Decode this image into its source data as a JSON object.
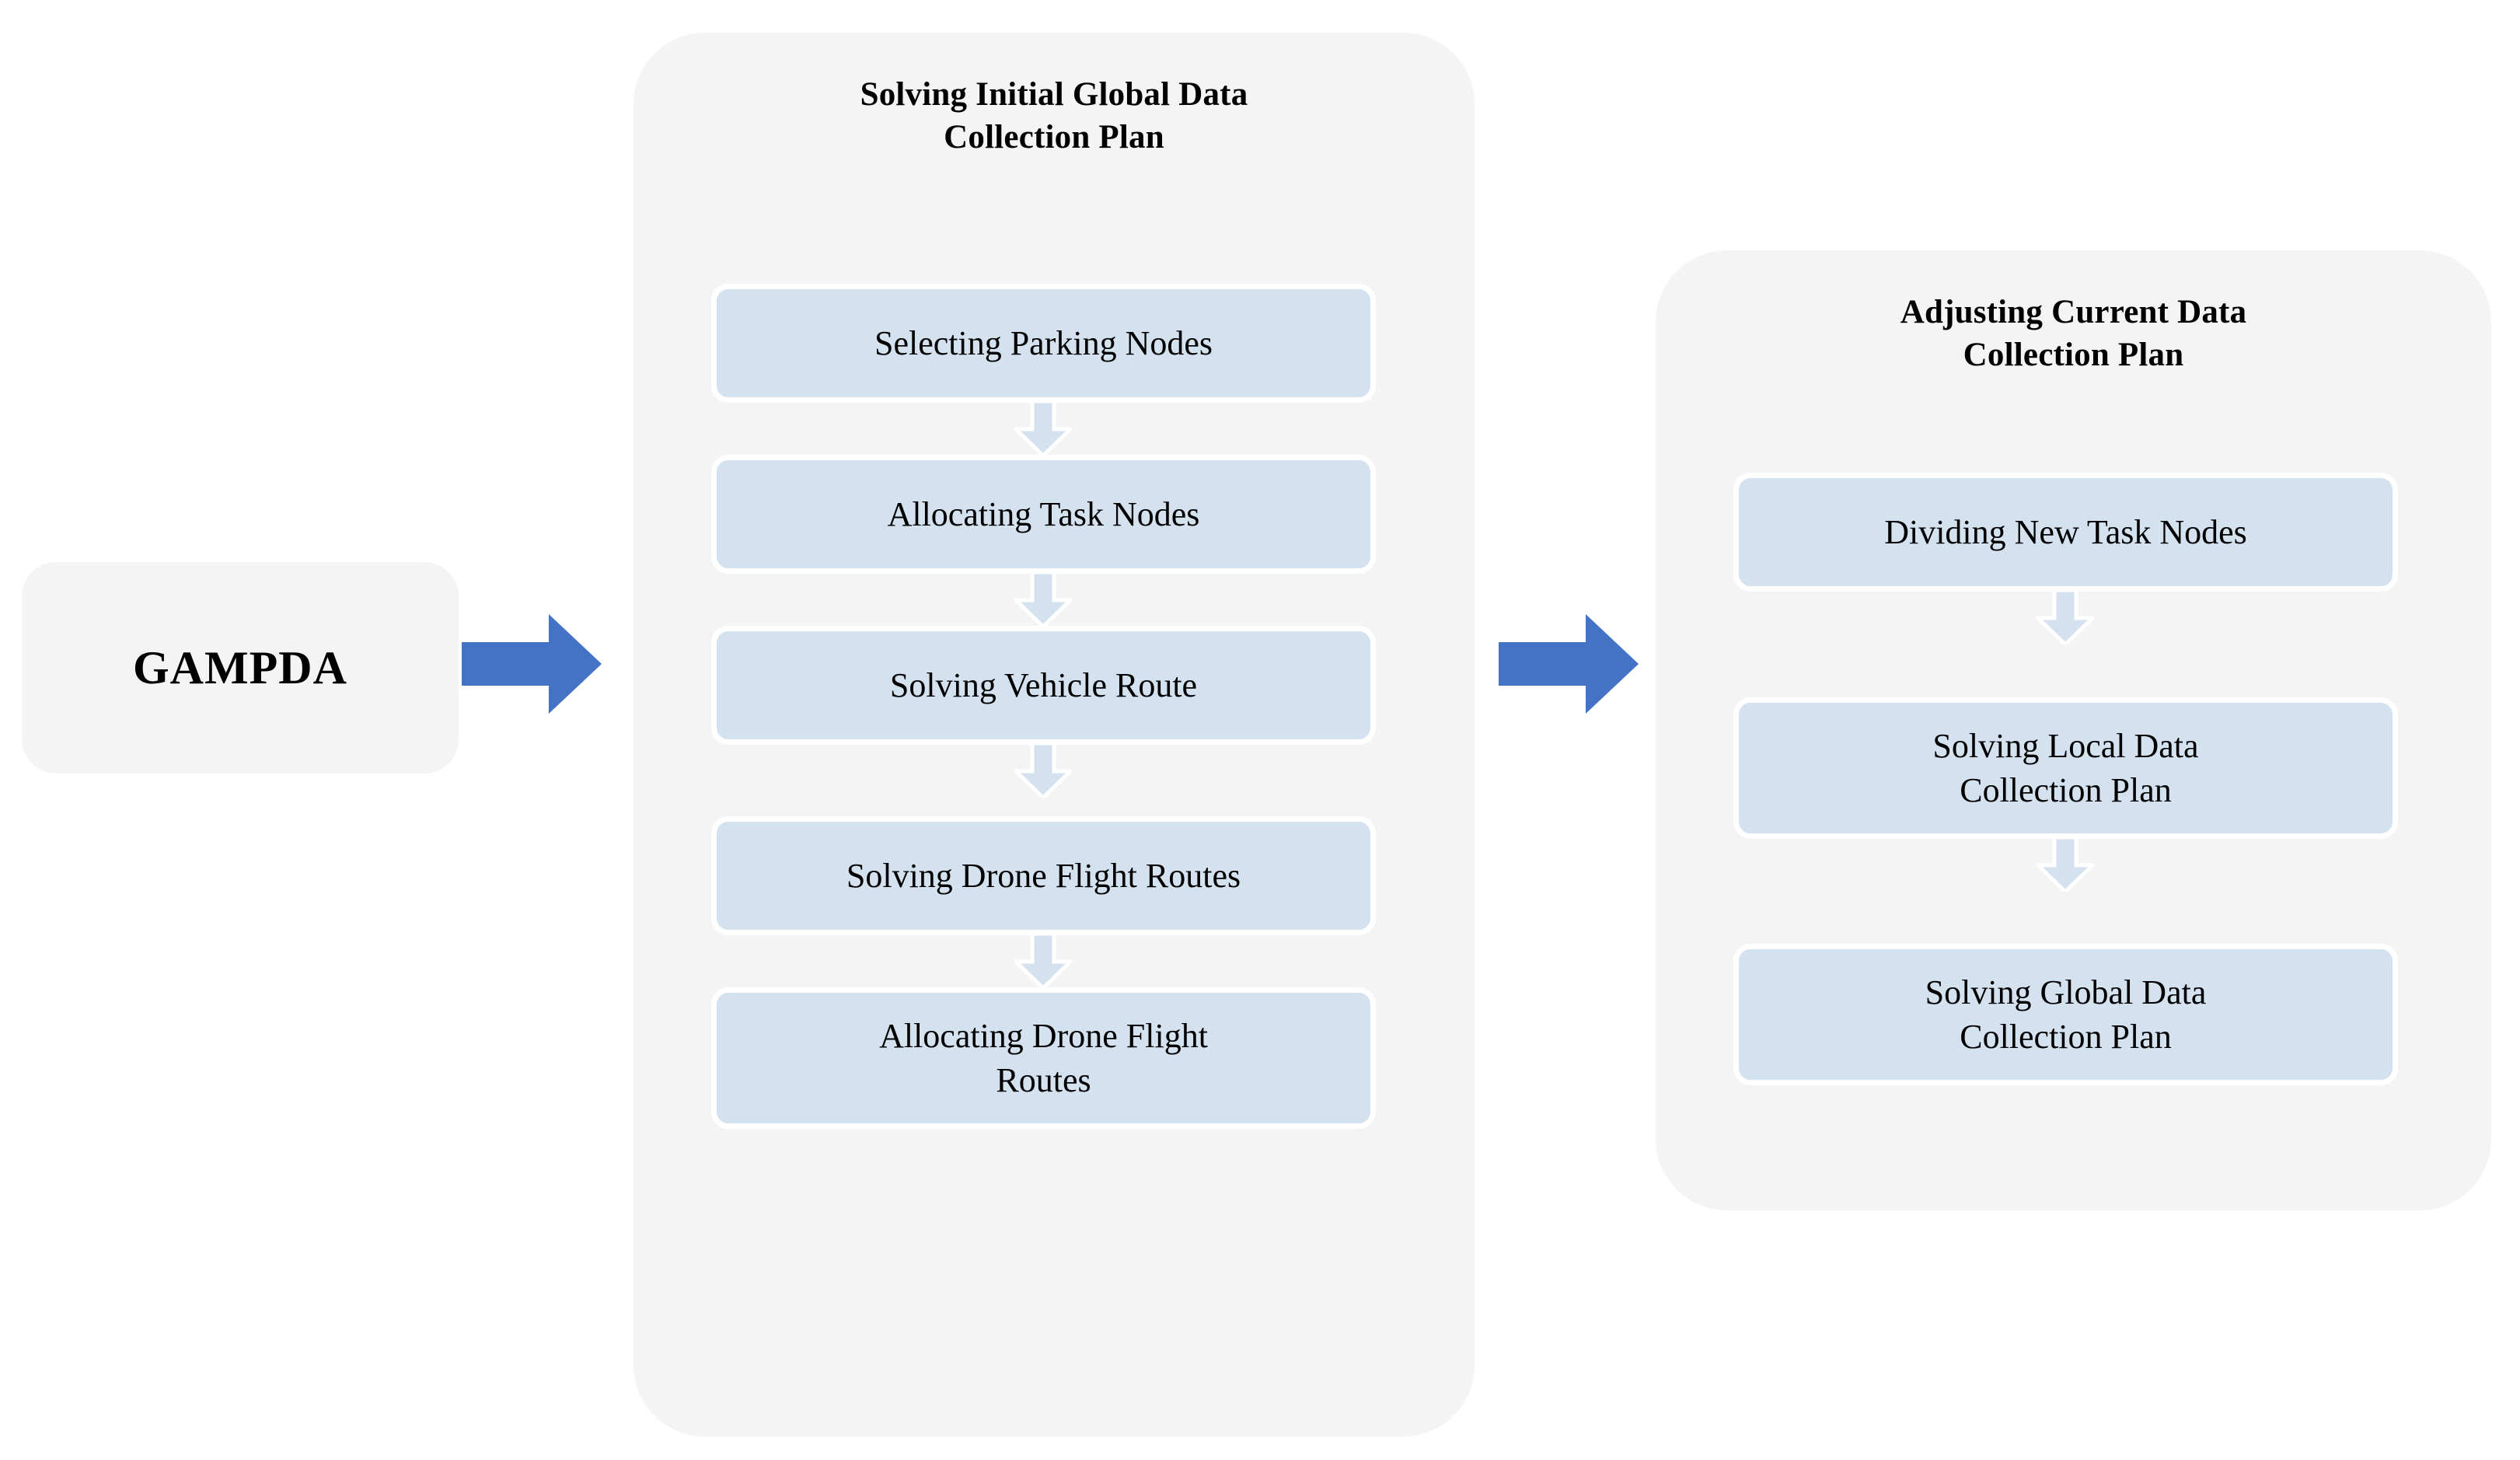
{
  "diagram": {
    "title": "GAMPDA data collection planning flow",
    "colors": {
      "panel_background": "#f4f4f4",
      "step_fill": "#d4e1ef",
      "stage_arrow": "#4472C4",
      "connector_arrow": "#d4e1ef",
      "canvas": "#ffffff",
      "text": "#000000"
    }
  },
  "start": {
    "label": "GAMPDA"
  },
  "stage_arrows": [
    {
      "name": "arrow-start-to-stage1",
      "color": "#4472C4"
    },
    {
      "name": "arrow-stage1-to-stage2",
      "color": "#4472C4"
    }
  ],
  "stages": [
    {
      "id": "initial-global-plan",
      "title": "Solving Initial Global Data\nCollection Plan",
      "steps": [
        {
          "label": "Selecting Parking Nodes"
        },
        {
          "label": "Allocating Task Nodes"
        },
        {
          "label": "Solving Vehicle Route"
        },
        {
          "label": "Solving Drone Flight Routes"
        },
        {
          "label": "Allocating Drone Flight\nRoutes"
        }
      ]
    },
    {
      "id": "adjusting-current-plan",
      "title": "Adjusting Current Data\nCollection Plan",
      "steps": [
        {
          "label": "Dividing New Task Nodes"
        },
        {
          "label": "Solving Local Data\nCollection Plan"
        },
        {
          "label": "Solving Global Data\nCollection Plan"
        }
      ]
    }
  ]
}
